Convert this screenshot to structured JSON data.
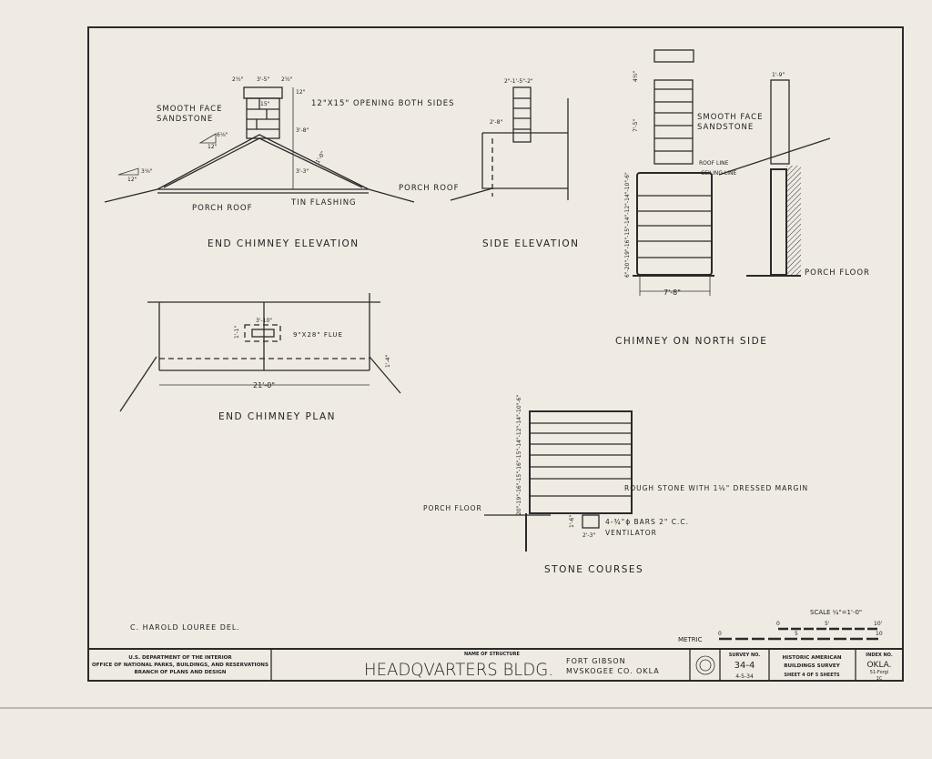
{
  "end_chimney_elevation": {
    "title": "END CHIMNEY ELEVATION",
    "notes": {
      "smooth_face": "SMOOTH FACE",
      "sandstone": "SANDSTONE",
      "opening": "12\"X15\" OPENING BOTH SIDES",
      "porch_roof_left": "PORCH ROOF",
      "porch_roof_right": "PORCH ROOF",
      "tin_flashing": "TIN FLASHING"
    },
    "dims": {
      "top_left": "2½\"",
      "top_width": "3'-5\"",
      "top_right": "2½\"",
      "cap": "12\"",
      "opening_w": "15\"",
      "chimney_h": "3'-8\"",
      "ridge_h": "3'-3\"",
      "slope_main_rise": "6⅛\"",
      "slope_main_run": "12\"",
      "slope_porch_rise": "3⅛\"",
      "slope_porch_run": "12\"",
      "rake": "1'-0\""
    }
  },
  "side_elevation": {
    "title": "SIDE ELEVATION",
    "dims": {
      "top": "2\"-1'-5\"-2\"",
      "offset": "2'-8\""
    }
  },
  "chimney_north_side": {
    "title": "CHIMNEY ON NORTH SIDE",
    "notes": {
      "smooth_face": "SMOOTH FACE",
      "sandstone": "SANDSTONE",
      "roof_line": "ROOF LINE",
      "ceiling_line": "CEILING LINE",
      "porch_floor": "PORCH FLOOR"
    },
    "dims": {
      "width": "7'-8\"",
      "upper_h": "7'-5\"",
      "cap": "4½\"",
      "depth": "1'-9\"",
      "courses": "6\"-20\"-19\"-16\"-15\"-14\"-12\"-14\"-10\"-6\""
    }
  },
  "end_chimney_plan": {
    "title": "END CHIMNEY PLAN",
    "notes": {
      "flue": "9\"X28\" FLUE"
    },
    "dims": {
      "chimney_w": "3'-10\"",
      "chimney_d": "1'-1\"",
      "overall": "21'-0\"",
      "eave": "1'-4\""
    }
  },
  "stone_courses": {
    "title": "STONE COURSES",
    "notes": {
      "rough_stone": "ROUGH STONE WITH 1⅛\" DRESSED MARGIN",
      "porch_floor": "PORCH FLOOR",
      "bars": "4-¾\"ϕ BARS 2\" C.C.",
      "ventilator": "VENTILATOR"
    },
    "dims": {
      "vent_w": "2'-3\"",
      "vent_h": "1'-6\"",
      "courses": "20\"-19\"-16\"-15\"-16\"-15\"-14\"-12\"-14\"-10\"-6\""
    }
  },
  "delineator": "C. HAROLD LOUREE DEL.",
  "scale": {
    "label": "SCALE ¼\"=1'-0\"",
    "feet_ticks": [
      "0",
      "5'",
      "10'"
    ],
    "metric_label": "METRIC",
    "metric_ticks": [
      "0",
      "5",
      "10"
    ]
  },
  "title_block": {
    "agency_1": "U.S. DEPARTMENT OF THE INTERIOR",
    "agency_2": "OFFICE OF NATIONAL PARKS, BUILDINGS, AND RESERVATIONS",
    "agency_3": "BRANCH OF PLANS AND DESIGN",
    "name_label": "NAME OF STRUCTURE",
    "structure_name": "HEADQVARTERS BLDG.",
    "location_1": "FORT GIBSON",
    "location_2": "MVSKOGEE CO. OKLA",
    "survey_label": "SURVEY NO.",
    "survey_no": "34-4",
    "survey_date": "4-5-34",
    "habs_1": "HISTORIC AMERICAN",
    "habs_2": "BUILDINGS SURVEY",
    "sheet_label": "SHEET 4 OF 5 SHEETS",
    "index_label": "INDEX NO.",
    "index_no": "OKLA.",
    "index_sub": "51-Forgi",
    "index_sub2": "1C"
  },
  "colors": {
    "paper": "#efebe3",
    "ink": "#2a2a2a"
  }
}
